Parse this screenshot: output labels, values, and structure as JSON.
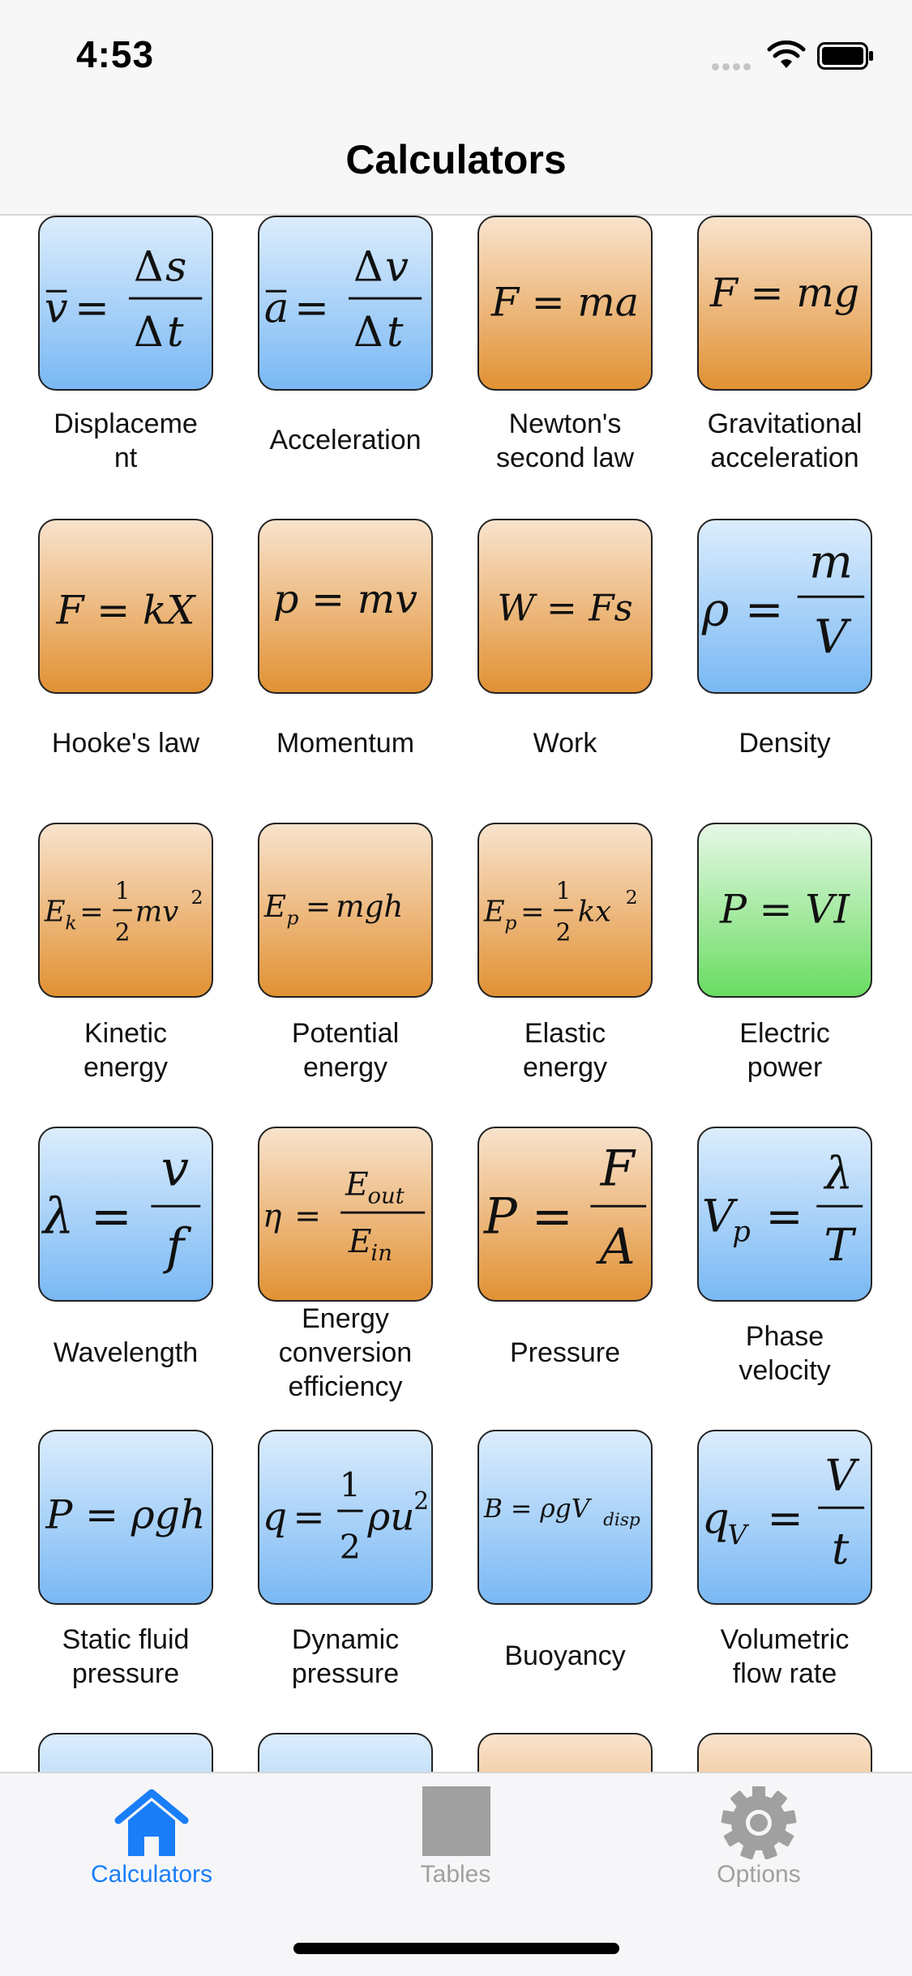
{
  "status_bar": {
    "time": "4:53"
  },
  "nav": {
    "title": "Calculators"
  },
  "tiles": [
    {
      "label": "Displaceme\nnt",
      "color": "blue"
    },
    {
      "label": "Acceleration",
      "color": "blue"
    },
    {
      "label": "Newton's\nsecond law",
      "color": "orange"
    },
    {
      "label": "Gravitational\nacceleration",
      "color": "orange"
    },
    {
      "label": "Hooke's law",
      "color": "orange"
    },
    {
      "label": "Momentum",
      "color": "orange"
    },
    {
      "label": "Work",
      "color": "orange"
    },
    {
      "label": "Density",
      "color": "blue"
    },
    {
      "label": "Kinetic\nenergy",
      "color": "orange"
    },
    {
      "label": "Potential\nenergy",
      "color": "orange"
    },
    {
      "label": "Elastic\nenergy",
      "color": "orange"
    },
    {
      "label": "Electric\npower",
      "color": "green"
    },
    {
      "label": "Wavelength",
      "color": "blue"
    },
    {
      "label": "Energy\nconversion\nefficiency",
      "color": "orange"
    },
    {
      "label": "Pressure",
      "color": "orange"
    },
    {
      "label": "Phase\nvelocity",
      "color": "blue"
    },
    {
      "label": "Static fluid\npressure",
      "color": "blue"
    },
    {
      "label": "Dynamic\npressure",
      "color": "blue"
    },
    {
      "label": "Buoyancy",
      "color": "blue"
    },
    {
      "label": "Volumetric\nflow rate",
      "color": "blue"
    }
  ],
  "tab_bar": {
    "tabs": [
      {
        "label": "Calculators",
        "icon": "home-icon",
        "active": true
      },
      {
        "label": "Tables",
        "icon": "table-icon",
        "active": false
      },
      {
        "label": "Options",
        "icon": "gear-icon",
        "active": false
      }
    ]
  },
  "colors": {
    "accent": "#1a7ef8",
    "inactive": "#a0a0a0",
    "blue_tile": "#79b8f4",
    "orange_tile": "#e19134",
    "green_tile": "#69dc61"
  }
}
